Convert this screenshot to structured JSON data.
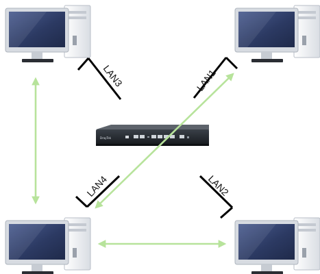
{
  "colors": {
    "link_arrow": "#b7e39b",
    "router_body": "#22262b",
    "monitor_screen": "#2c3a63",
    "tower": "#eef0f3"
  },
  "icons": {
    "computer": "computer-icon",
    "router": "router-icon"
  },
  "router": {
    "brand": "DrayTek"
  },
  "ports": [
    {
      "id": "lan1",
      "label": "LAN1"
    },
    {
      "id": "lan2",
      "label": "LAN2"
    },
    {
      "id": "lan3",
      "label": "LAN3"
    },
    {
      "id": "lan4",
      "label": "LAN4"
    }
  ]
}
